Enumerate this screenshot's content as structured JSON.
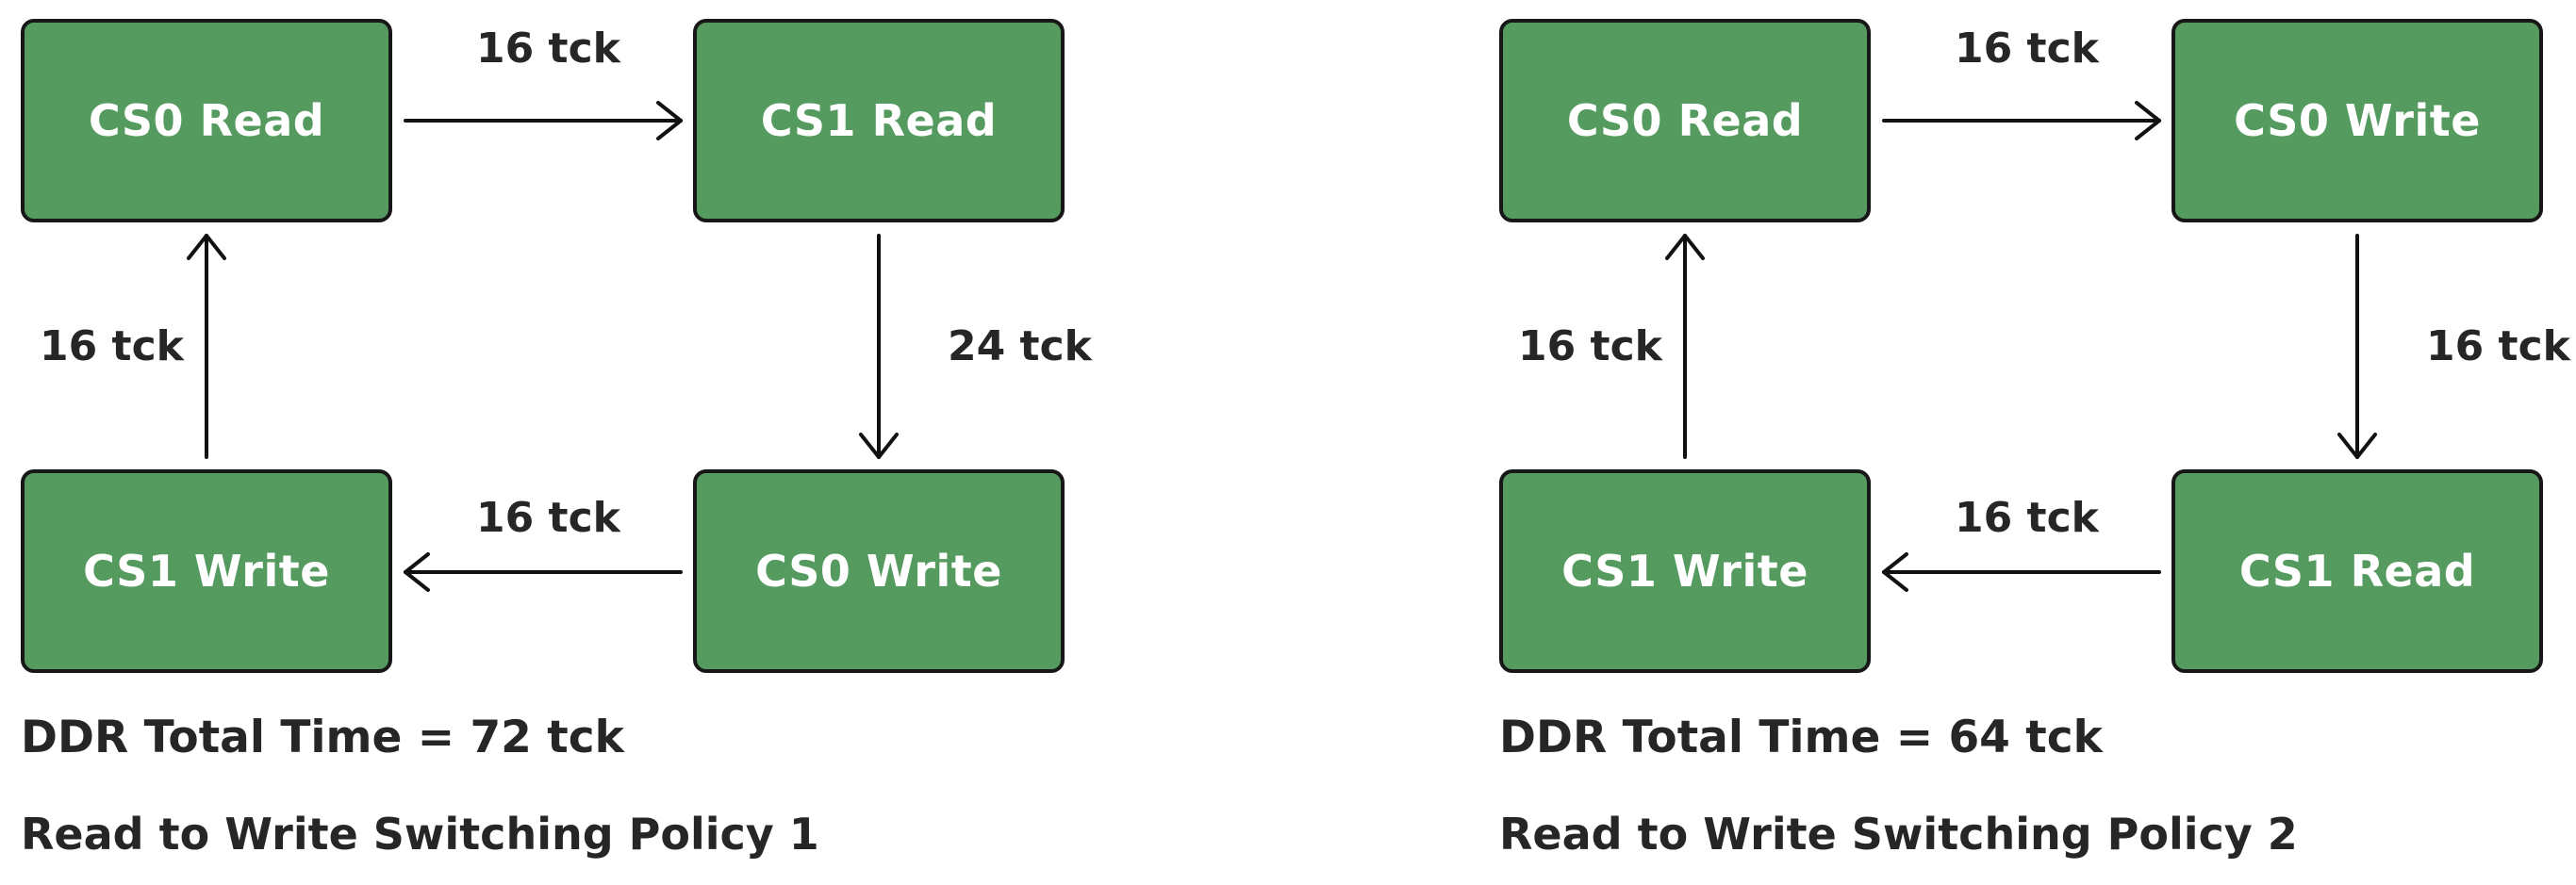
{
  "diagrams": [
    {
      "nodes": {
        "top_left": "CS0 Read",
        "top_right": "CS1 Read",
        "bottom_right": "CS0 Write",
        "bottom_left": "CS1 Write"
      },
      "edges": {
        "top": "16 tck",
        "right": "24 tck",
        "bottom": "16 tck",
        "left": "16 tck"
      },
      "total_time": "DDR Total Time = 72 tck",
      "policy": "Read to Write Switching Policy 1"
    },
    {
      "nodes": {
        "top_left": "CS0 Read",
        "top_right": "CS0 Write",
        "bottom_right": "CS1 Read",
        "bottom_left": "CS1 Write"
      },
      "edges": {
        "top": "16 tck",
        "right": "16 tck",
        "bottom": "16 tck",
        "left": "16 tck"
      },
      "total_time": "DDR Total Time = 64 tck",
      "policy": "Read to Write Switching Policy 2"
    }
  ],
  "colors": {
    "node_fill": "#559a5f",
    "node_border": "#171717",
    "node_text": "#ffffff",
    "text": "#262626",
    "arrow": "#111111"
  }
}
